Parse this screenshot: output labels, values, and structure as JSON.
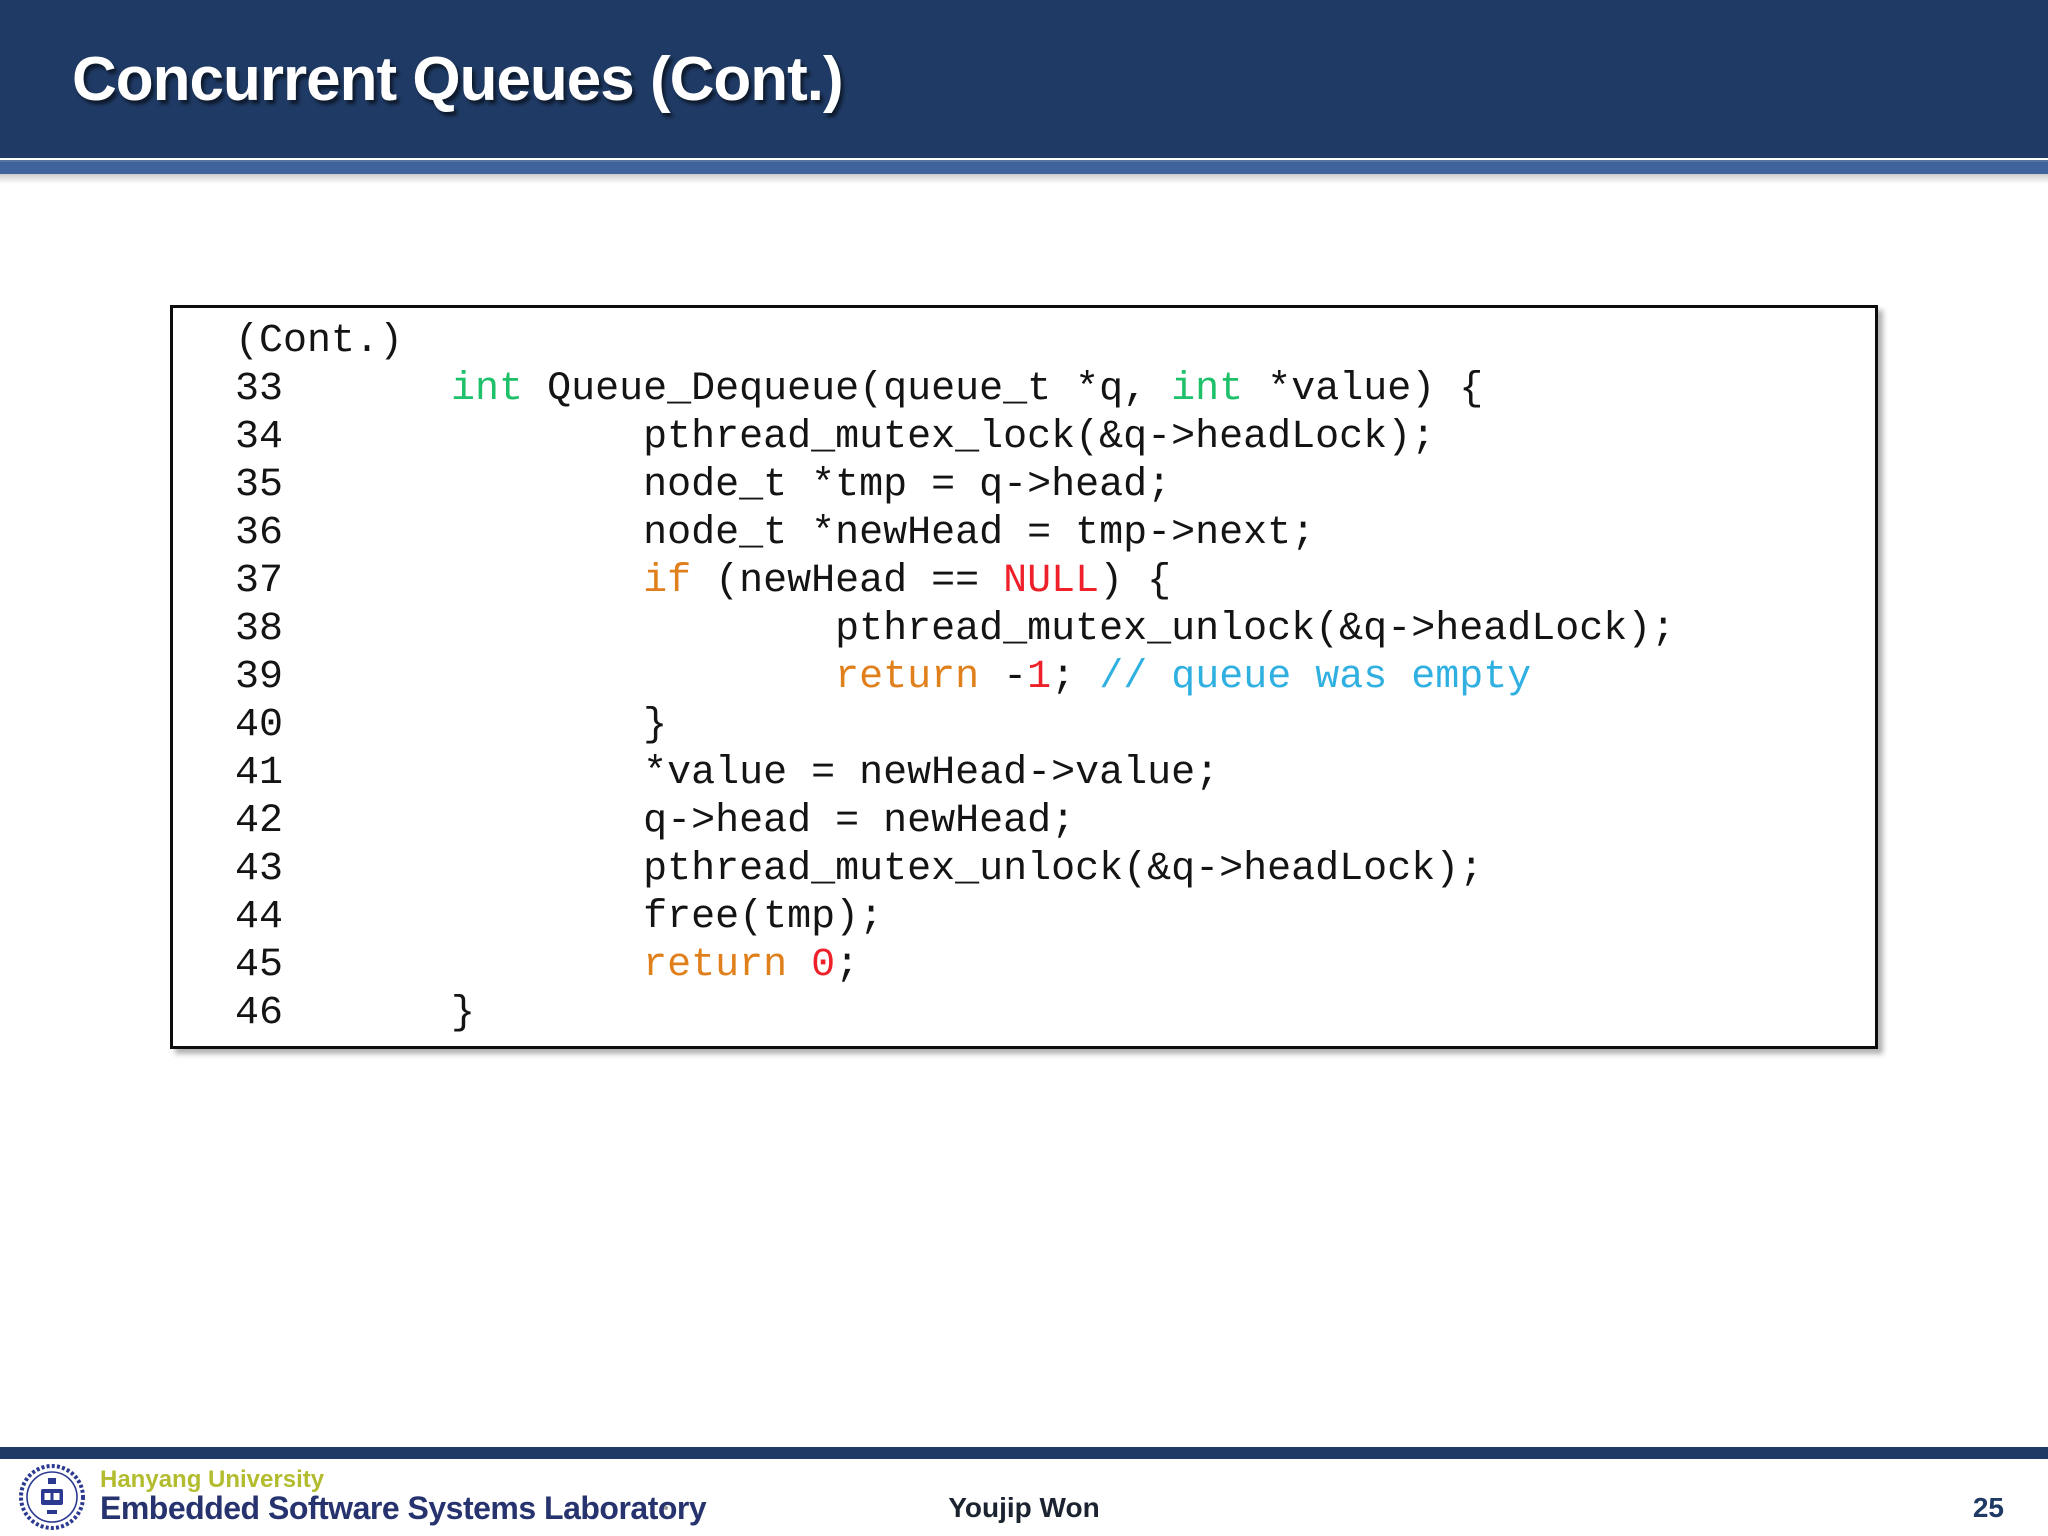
{
  "header": {
    "title": "Concurrent Queues (Cont.)"
  },
  "colors": {
    "header_bg": "#1f3a64",
    "accent_strip": "#3e649b",
    "code_default": "#141414",
    "code_keyword": "#1fc06a",
    "code_control": "#e0801c",
    "code_literal": "#ee2029",
    "code_comment": "#30b0e0",
    "university_text": "#b2bc2e",
    "lab_text": "#26336e"
  },
  "code_panel": {
    "lines": [
      {
        "segments": [
          {
            "t": "(Cont.)",
            "c": "code_default"
          }
        ]
      },
      {
        "segments": [
          {
            "t": "33       ",
            "c": "code_default"
          },
          {
            "t": "int",
            "c": "code_keyword"
          },
          {
            "t": " Queue_Dequeue(queue_t *q, ",
            "c": "code_default"
          },
          {
            "t": "int",
            "c": "code_keyword"
          },
          {
            "t": " *value) {",
            "c": "code_default"
          }
        ]
      },
      {
        "segments": [
          {
            "t": "34               pthread_mutex_lock(&q->headLock);",
            "c": "code_default"
          }
        ]
      },
      {
        "segments": [
          {
            "t": "35               node_t *tmp = q->head;",
            "c": "code_default"
          }
        ]
      },
      {
        "segments": [
          {
            "t": "36               node_t *newHead = tmp->next;",
            "c": "code_default"
          }
        ]
      },
      {
        "segments": [
          {
            "t": "37               ",
            "c": "code_default"
          },
          {
            "t": "if",
            "c": "code_control"
          },
          {
            "t": " (newHead == ",
            "c": "code_default"
          },
          {
            "t": "NULL",
            "c": "code_literal"
          },
          {
            "t": ") {",
            "c": "code_default"
          }
        ]
      },
      {
        "segments": [
          {
            "t": "38                       pthread_mutex_unlock(&q->headLock);",
            "c": "code_default"
          }
        ]
      },
      {
        "segments": [
          {
            "t": "39                       ",
            "c": "code_default"
          },
          {
            "t": "return",
            "c": "code_control"
          },
          {
            "t": " -",
            "c": "code_default"
          },
          {
            "t": "1",
            "c": "code_literal"
          },
          {
            "t": "; ",
            "c": "code_default"
          },
          {
            "t": "// queue was empty",
            "c": "code_comment"
          }
        ]
      },
      {
        "segments": [
          {
            "t": "40               }",
            "c": "code_default"
          }
        ]
      },
      {
        "segments": [
          {
            "t": "41               *value = newHead->value;",
            "c": "code_default"
          }
        ]
      },
      {
        "segments": [
          {
            "t": "42               q->head = newHead;",
            "c": "code_default"
          }
        ]
      },
      {
        "segments": [
          {
            "t": "43               pthread_mutex_unlock(&q->headLock);",
            "c": "code_default"
          }
        ]
      },
      {
        "segments": [
          {
            "t": "44               free(tmp);",
            "c": "code_default"
          }
        ]
      },
      {
        "segments": [
          {
            "t": "45               ",
            "c": "code_default"
          },
          {
            "t": "return",
            "c": "code_control"
          },
          {
            "t": " ",
            "c": "code_default"
          },
          {
            "t": "0",
            "c": "code_literal"
          },
          {
            "t": ";",
            "c": "code_default"
          }
        ]
      },
      {
        "segments": [
          {
            "t": "46       }",
            "c": "code_default"
          }
        ]
      }
    ]
  },
  "footer": {
    "university": "Hanyang University",
    "lab": "Embedded Software Systems Laboratory",
    "author": "Youjip Won",
    "page_number": "25"
  }
}
